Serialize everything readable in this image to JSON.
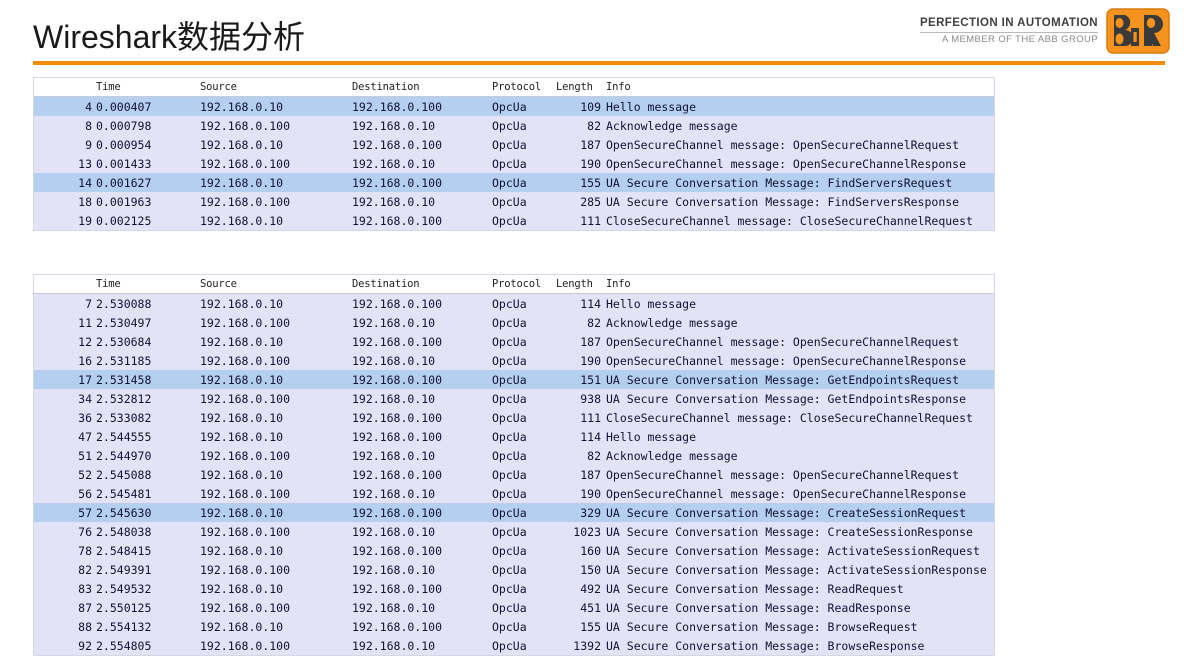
{
  "slide": {
    "title": "Wireshark数据分析",
    "accent_color": "#f28c00"
  },
  "brand": {
    "tagline": "PERFECTION IN AUTOMATION",
    "subtitle": "A MEMBER OF THE ABB GROUP",
    "logo_name": "br-logo",
    "logo_color": "#f5931e",
    "logo_mark_color": "#3a3a3a"
  },
  "columns": {
    "no": "",
    "time": "Time",
    "source": "Source",
    "destination": "Destination",
    "protocol": "Protocol",
    "length": "Length",
    "info": "Info"
  },
  "tables": [
    {
      "name": "findservers-capture",
      "rows": [
        {
          "no": "4",
          "time": "0.000407",
          "src": "192.168.0.10",
          "dst": "192.168.0.100",
          "proto": "OpcUa",
          "len": "109",
          "info": "Hello message",
          "selected": true
        },
        {
          "no": "8",
          "time": "0.000798",
          "src": "192.168.0.100",
          "dst": "192.168.0.10",
          "proto": "OpcUa",
          "len": "82",
          "info": "Acknowledge message",
          "selected": false
        },
        {
          "no": "9",
          "time": "0.000954",
          "src": "192.168.0.10",
          "dst": "192.168.0.100",
          "proto": "OpcUa",
          "len": "187",
          "info": "OpenSecureChannel message: OpenSecureChannelRequest",
          "selected": false
        },
        {
          "no": "13",
          "time": "0.001433",
          "src": "192.168.0.100",
          "dst": "192.168.0.10",
          "proto": "OpcUa",
          "len": "190",
          "info": "OpenSecureChannel message: OpenSecureChannelResponse",
          "selected": false
        },
        {
          "no": "14",
          "time": "0.001627",
          "src": "192.168.0.10",
          "dst": "192.168.0.100",
          "proto": "OpcUa",
          "len": "155",
          "info": "UA Secure Conversation Message: FindServersRequest",
          "selected": true
        },
        {
          "no": "18",
          "time": "0.001963",
          "src": "192.168.0.100",
          "dst": "192.168.0.10",
          "proto": "OpcUa",
          "len": "285",
          "info": "UA Secure Conversation Message: FindServersResponse",
          "selected": false
        },
        {
          "no": "19",
          "time": "0.002125",
          "src": "192.168.0.10",
          "dst": "192.168.0.100",
          "proto": "OpcUa",
          "len": "111",
          "info": "CloseSecureChannel message: CloseSecureChannelRequest",
          "selected": false
        }
      ]
    },
    {
      "name": "session-browse-capture",
      "rows": [
        {
          "no": "7",
          "time": "2.530088",
          "src": "192.168.0.10",
          "dst": "192.168.0.100",
          "proto": "OpcUa",
          "len": "114",
          "info": "Hello message",
          "selected": false
        },
        {
          "no": "11",
          "time": "2.530497",
          "src": "192.168.0.100",
          "dst": "192.168.0.10",
          "proto": "OpcUa",
          "len": "82",
          "info": "Acknowledge message",
          "selected": false
        },
        {
          "no": "12",
          "time": "2.530684",
          "src": "192.168.0.10",
          "dst": "192.168.0.100",
          "proto": "OpcUa",
          "len": "187",
          "info": "OpenSecureChannel message: OpenSecureChannelRequest",
          "selected": false
        },
        {
          "no": "16",
          "time": "2.531185",
          "src": "192.168.0.100",
          "dst": "192.168.0.10",
          "proto": "OpcUa",
          "len": "190",
          "info": "OpenSecureChannel message: OpenSecureChannelResponse",
          "selected": false
        },
        {
          "no": "17",
          "time": "2.531458",
          "src": "192.168.0.10",
          "dst": "192.168.0.100",
          "proto": "OpcUa",
          "len": "151",
          "info": "UA Secure Conversation Message: GetEndpointsRequest",
          "selected": true
        },
        {
          "no": "34",
          "time": "2.532812",
          "src": "192.168.0.100",
          "dst": "192.168.0.10",
          "proto": "OpcUa",
          "len": "938",
          "info": "UA Secure Conversation Message: GetEndpointsResponse",
          "selected": false
        },
        {
          "no": "36",
          "time": "2.533082",
          "src": "192.168.0.10",
          "dst": "192.168.0.100",
          "proto": "OpcUa",
          "len": "111",
          "info": "CloseSecureChannel message: CloseSecureChannelRequest",
          "selected": false
        },
        {
          "no": "47",
          "time": "2.544555",
          "src": "192.168.0.10",
          "dst": "192.168.0.100",
          "proto": "OpcUa",
          "len": "114",
          "info": "Hello message",
          "selected": false
        },
        {
          "no": "51",
          "time": "2.544970",
          "src": "192.168.0.100",
          "dst": "192.168.0.10",
          "proto": "OpcUa",
          "len": "82",
          "info": "Acknowledge message",
          "selected": false
        },
        {
          "no": "52",
          "time": "2.545088",
          "src": "192.168.0.10",
          "dst": "192.168.0.100",
          "proto": "OpcUa",
          "len": "187",
          "info": "OpenSecureChannel message: OpenSecureChannelRequest",
          "selected": false
        },
        {
          "no": "56",
          "time": "2.545481",
          "src": "192.168.0.100",
          "dst": "192.168.0.10",
          "proto": "OpcUa",
          "len": "190",
          "info": "OpenSecureChannel message: OpenSecureChannelResponse",
          "selected": false
        },
        {
          "no": "57",
          "time": "2.545630",
          "src": "192.168.0.10",
          "dst": "192.168.0.100",
          "proto": "OpcUa",
          "len": "329",
          "info": "UA Secure Conversation Message: CreateSessionRequest",
          "selected": true
        },
        {
          "no": "76",
          "time": "2.548038",
          "src": "192.168.0.100",
          "dst": "192.168.0.10",
          "proto": "OpcUa",
          "len": "1023",
          "info": "UA Secure Conversation Message: CreateSessionResponse",
          "selected": false
        },
        {
          "no": "78",
          "time": "2.548415",
          "src": "192.168.0.10",
          "dst": "192.168.0.100",
          "proto": "OpcUa",
          "len": "160",
          "info": "UA Secure Conversation Message: ActivateSessionRequest",
          "selected": false
        },
        {
          "no": "82",
          "time": "2.549391",
          "src": "192.168.0.100",
          "dst": "192.168.0.10",
          "proto": "OpcUa",
          "len": "150",
          "info": "UA Secure Conversation Message: ActivateSessionResponse",
          "selected": false
        },
        {
          "no": "83",
          "time": "2.549532",
          "src": "192.168.0.10",
          "dst": "192.168.0.100",
          "proto": "OpcUa",
          "len": "492",
          "info": "UA Secure Conversation Message: ReadRequest",
          "selected": false
        },
        {
          "no": "87",
          "time": "2.550125",
          "src": "192.168.0.100",
          "dst": "192.168.0.10",
          "proto": "OpcUa",
          "len": "451",
          "info": "UA Secure Conversation Message: ReadResponse",
          "selected": false
        },
        {
          "no": "88",
          "time": "2.554132",
          "src": "192.168.0.10",
          "dst": "192.168.0.100",
          "proto": "OpcUa",
          "len": "155",
          "info": "UA Secure Conversation Message: BrowseRequest",
          "selected": false
        },
        {
          "no": "92",
          "time": "2.554805",
          "src": "192.168.0.100",
          "dst": "192.168.0.10",
          "proto": "OpcUa",
          "len": "1392",
          "info": "UA Secure Conversation Message: BrowseResponse",
          "selected": false
        }
      ]
    }
  ]
}
